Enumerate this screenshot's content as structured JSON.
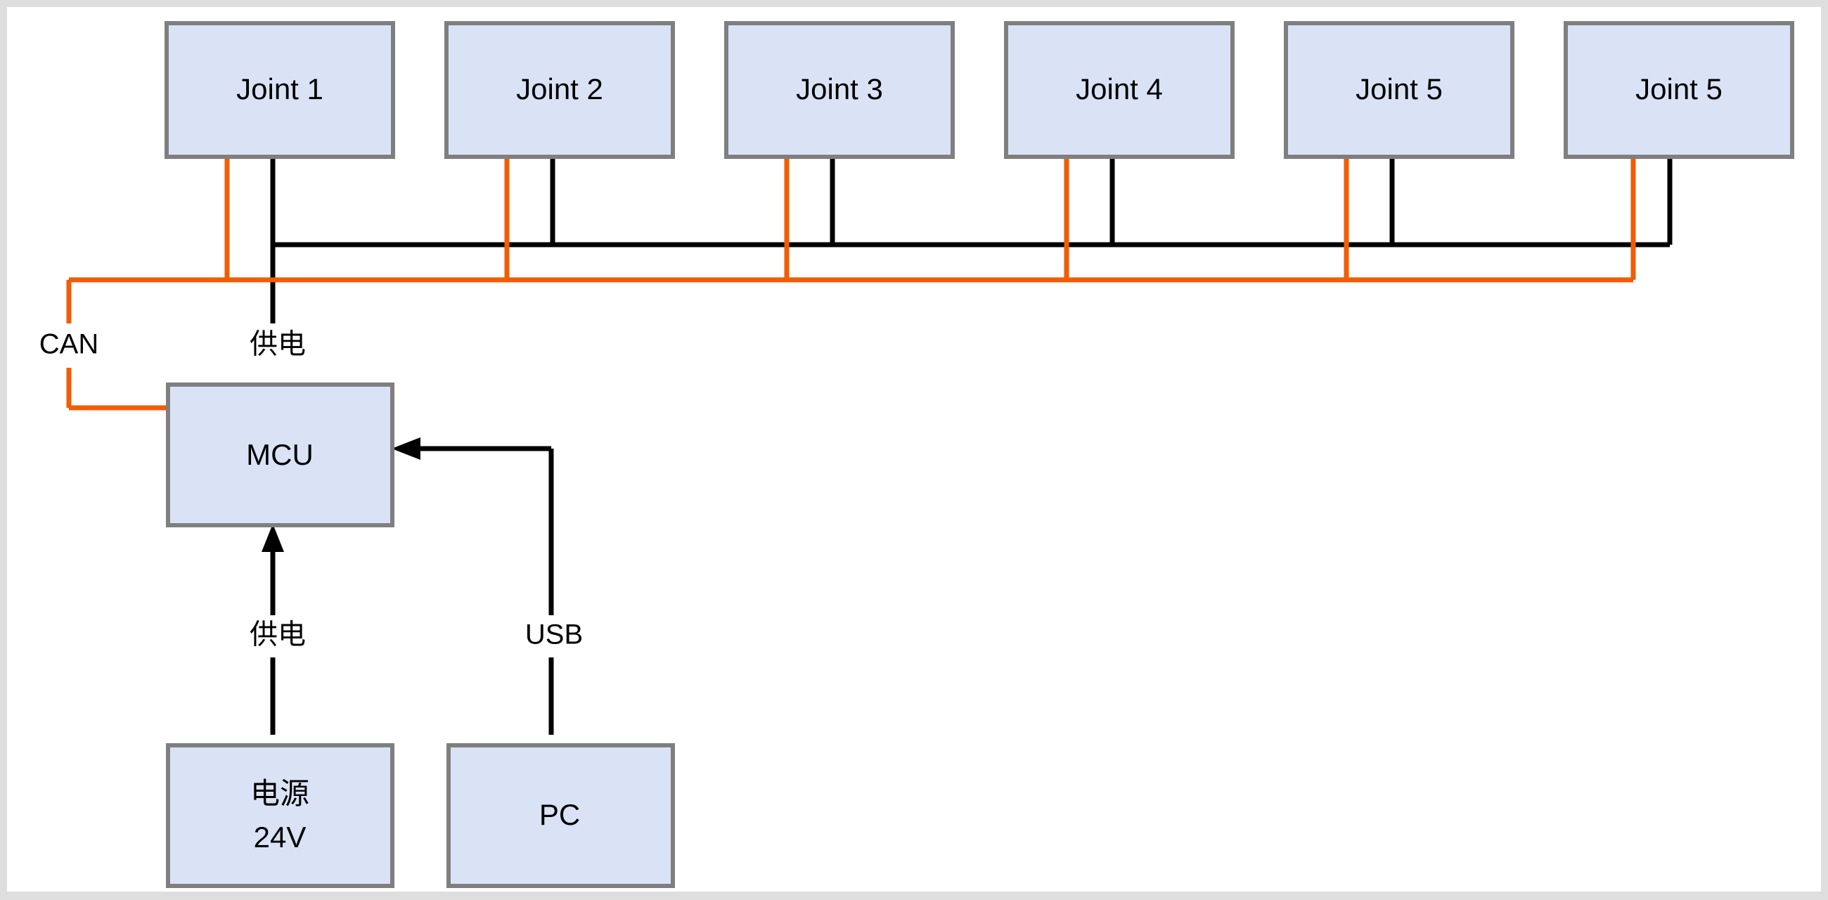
{
  "diagram": {
    "title": "Robot joint CAN bus and power distribution block diagram",
    "colors": {
      "node_fill": "#dae3f6",
      "node_stroke": "#7f7f7f",
      "power_wire": "#000000",
      "can_wire": "#f25c05",
      "canvas": "#ffffff",
      "page_background": "#dedede"
    },
    "nodes": {
      "joints": [
        {
          "id": "joint-1",
          "label": "Joint 1"
        },
        {
          "id": "joint-2",
          "label": "Joint 2"
        },
        {
          "id": "joint-3",
          "label": "Joint 3"
        },
        {
          "id": "joint-4",
          "label": "Joint 4"
        },
        {
          "id": "joint-5",
          "label": "Joint 5"
        },
        {
          "id": "joint-6",
          "label": "Joint 5"
        }
      ],
      "mcu": {
        "id": "mcu",
        "label": "MCU"
      },
      "power_supply": {
        "id": "power-supply",
        "label_line1": "电源",
        "label_line2": "24V"
      },
      "pc": {
        "id": "pc",
        "label": "PC"
      }
    },
    "edge_labels": {
      "can": "CAN",
      "power_bus": "供电",
      "power_in": "供电",
      "usb": "USB"
    }
  }
}
